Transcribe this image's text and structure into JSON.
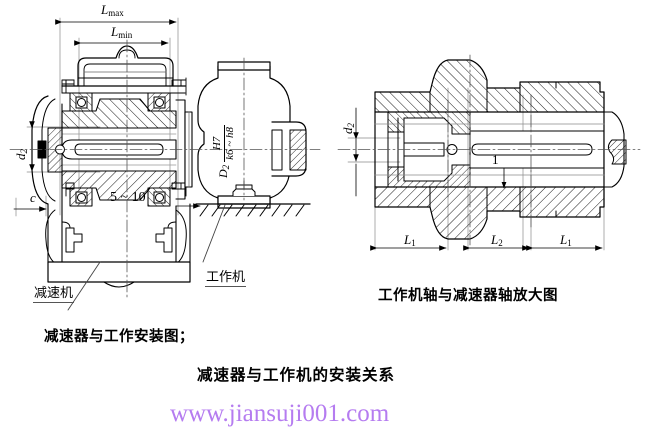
{
  "page": {
    "background": "#ffffff",
    "ink": "#000000",
    "thin_line": "#888888",
    "watermark_color": "#b57cf0"
  },
  "figure_left": {
    "name": "减速器与工作机安装图",
    "caption": "减速器与工作安装图；",
    "dimensions": {
      "l_max": {
        "symbol": "L",
        "subscript": "max",
        "text": "Lmax"
      },
      "l_min": {
        "symbol": "L",
        "subscript": "min",
        "text": "Lmin"
      },
      "d2": {
        "symbol": "d",
        "subscript": "2",
        "text": "d2"
      },
      "c": {
        "symbol": "c",
        "text": "c"
      },
      "gap": {
        "text": "5 ~ 10"
      }
    },
    "fit_note": {
      "base": "D",
      "base_subscript": "2",
      "numerator": "H7",
      "denominator": "k6 ~ h8",
      "text": "D2 H7/k6 ~ h8"
    },
    "callouts": [
      {
        "label": "减速机",
        "name": "reducer-callout"
      },
      {
        "label": "工作机",
        "name": "work-machine-callout"
      }
    ]
  },
  "figure_right": {
    "name": "工作机轴与减速器轴放大图",
    "caption": "工作机轴与减速器轴放大图",
    "dimensions": {
      "d2": {
        "symbol": "d",
        "subscript": "2",
        "text": "d2"
      },
      "l1_left": {
        "symbol": "L",
        "subscript": "1",
        "text": "L1"
      },
      "l2": {
        "symbol": "L",
        "subscript": "2",
        "text": "L2"
      },
      "l1_right": {
        "symbol": "L",
        "subscript": "1",
        "text": "L1"
      },
      "gap_one": {
        "text": "1"
      }
    }
  },
  "main_title": "减速器与工作机的安装关系",
  "watermark": "www.jiansuji001.com"
}
